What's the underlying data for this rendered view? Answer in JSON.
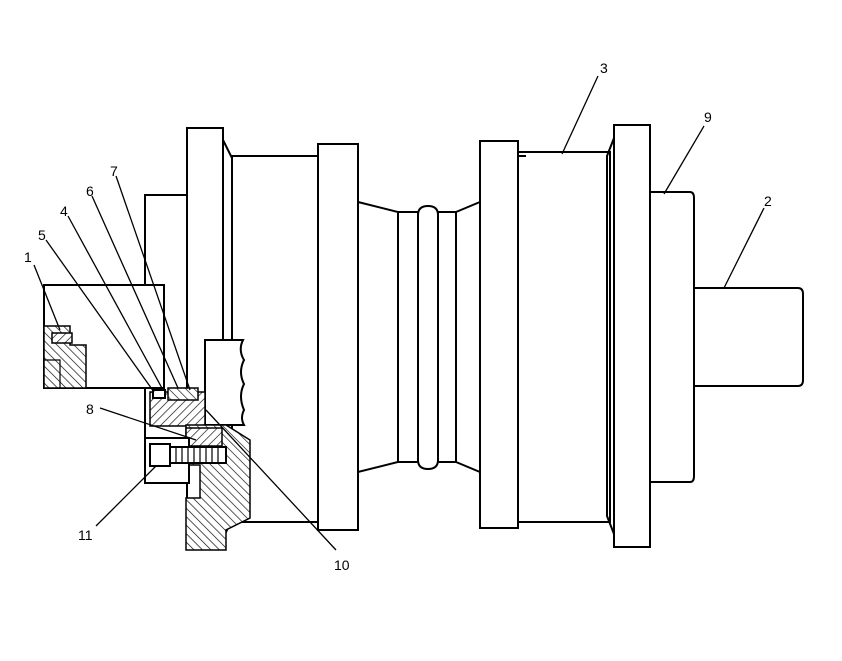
{
  "callouts": [
    {
      "id": "c1",
      "text": "1"
    },
    {
      "id": "c2",
      "text": "2"
    },
    {
      "id": "c3",
      "text": "3"
    },
    {
      "id": "c4",
      "text": "4"
    },
    {
      "id": "c5",
      "text": "5"
    },
    {
      "id": "c6",
      "text": "6"
    },
    {
      "id": "c7",
      "text": "7"
    },
    {
      "id": "c8",
      "text": "8"
    },
    {
      "id": "c9",
      "text": "9"
    },
    {
      "id": "c10",
      "text": "10"
    },
    {
      "id": "c11",
      "text": "11"
    }
  ],
  "colors": {
    "line": "#000000",
    "background": "#ffffff"
  }
}
